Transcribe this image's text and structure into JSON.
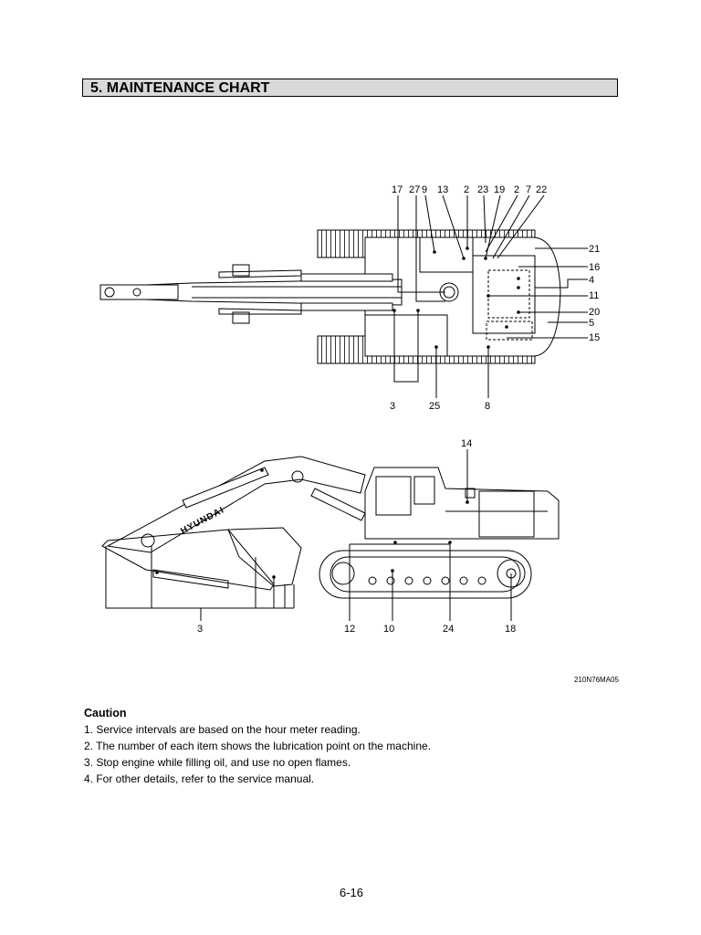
{
  "section_title": "5. MAINTENANCE CHART",
  "top_view": {
    "top_labels": [
      "17",
      "27",
      "9",
      "13",
      "2",
      "23",
      "19",
      "2",
      "7",
      "22"
    ],
    "right_labels": [
      "21",
      "16",
      "4",
      "11",
      "20",
      "5",
      "15"
    ],
    "bottom_labels": [
      "3",
      "25",
      "8"
    ]
  },
  "side_view": {
    "logo_text": "HYUNDAI",
    "top_label": "14",
    "bottom_labels": [
      "3",
      "12",
      "10",
      "24",
      "18"
    ]
  },
  "figure_code": "210N76MA05",
  "caution": {
    "heading": "Caution",
    "items": [
      "1. Service intervals are based on the hour meter reading.",
      "2. The number of each item shows the lubrication point on the machine.",
      "3. Stop engine while filling oil, and use no open flames.",
      "4. For other details, refer to the service manual."
    ]
  },
  "page_number": "6-16"
}
